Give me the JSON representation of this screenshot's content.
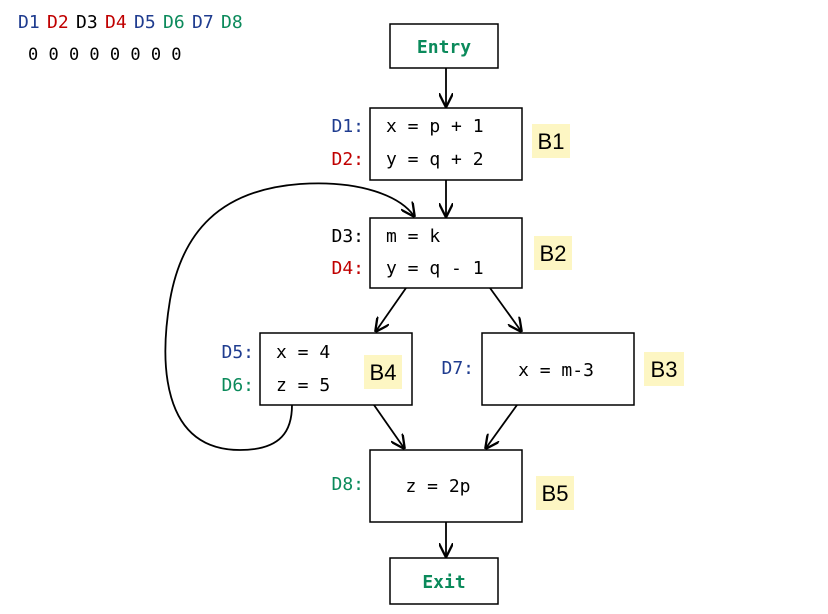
{
  "bitvector": {
    "labels": [
      {
        "text": "D1",
        "color": "#1f3c8f"
      },
      {
        "text": "D2",
        "color": "#c00000"
      },
      {
        "text": "D3",
        "color": "#000000"
      },
      {
        "text": "D4",
        "color": "#c00000"
      },
      {
        "text": "D5",
        "color": "#1f3c8f"
      },
      {
        "text": "D6",
        "color": "#0b8a5b"
      },
      {
        "text": "D7",
        "color": "#1f3c8f"
      },
      {
        "text": "D8",
        "color": "#0b8a5b"
      }
    ],
    "bits": "0 0 0 0 0 0 0 0"
  },
  "entry": {
    "label": "Entry",
    "color": "#0b8a5b"
  },
  "exit": {
    "label": "Exit",
    "color": "#0b8a5b"
  },
  "blocks": {
    "b1": {
      "name": "B1",
      "defs": [
        {
          "label": "D1:",
          "color": "#1f3c8f",
          "code": "x = p + 1"
        },
        {
          "label": "D2:",
          "color": "#c00000",
          "code": "y = q + 2"
        }
      ]
    },
    "b2": {
      "name": "B2",
      "defs": [
        {
          "label": "D3:",
          "color": "#000000",
          "code": "m = k"
        },
        {
          "label": "D4:",
          "color": "#c00000",
          "code": "y = q - 1"
        }
      ]
    },
    "b4": {
      "name": "B4",
      "defs": [
        {
          "label": "D5:",
          "color": "#1f3c8f",
          "code": "x = 4"
        },
        {
          "label": "D6:",
          "color": "#0b8a5b",
          "code": "z = 5"
        }
      ]
    },
    "b3": {
      "name": "B3",
      "defs": [
        {
          "label": "D7:",
          "color": "#1f3c8f",
          "code": "x = m-3"
        }
      ]
    },
    "b5": {
      "name": "B5",
      "defs": [
        {
          "label": "D8:",
          "color": "#0b8a5b",
          "code": "z = 2p"
        }
      ]
    }
  },
  "badge_color": "#fdf6c3"
}
